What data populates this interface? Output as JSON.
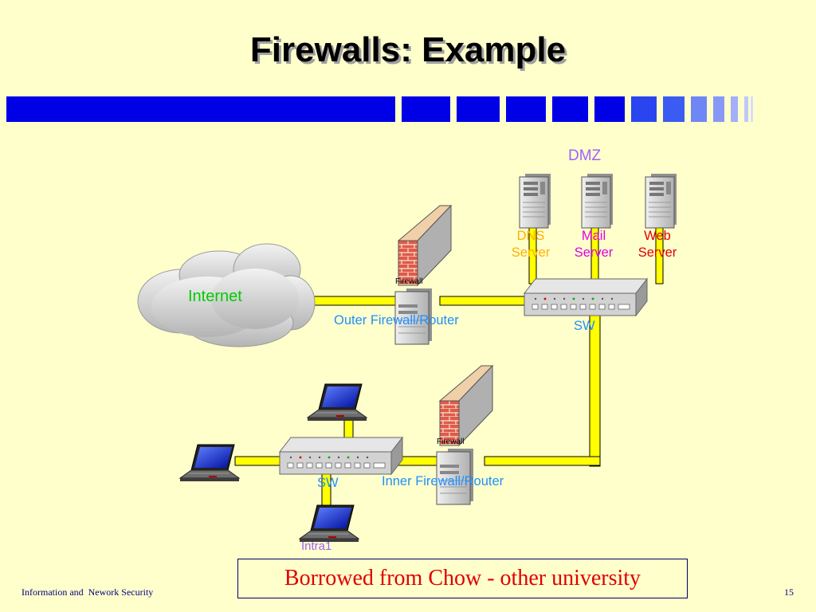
{
  "slide": {
    "title": "Firewalls: Example",
    "notice": "Borrowed from Chow - other university",
    "footer_left": "Information and  Nework Security",
    "page_number": "15"
  },
  "diagram": {
    "internet": "Internet",
    "dmz": "DMZ",
    "outer_firewall_tag": "Firewall",
    "outer_firewall_label": "Outer Firewall/Router",
    "inner_firewall_tag": "Firewall",
    "inner_firewall_label": "Inner Firewall/Router",
    "dmz_switch_label": "SW",
    "intranet_switch_label": "SW",
    "intranet_label": "Intra1",
    "servers": [
      {
        "line1": "DNS",
        "line2": "Server",
        "color": "#FFB000"
      },
      {
        "line1": "Mail",
        "line2": "Server",
        "color": "#E000E0"
      },
      {
        "line1": "Web",
        "line2": "Server",
        "color": "#E00000"
      }
    ]
  },
  "colors": {
    "cable": "#FFFF00",
    "label_blue": "#1E90FF",
    "internet_green": "#00CC00",
    "dmz_violet": "#A060FF",
    "title_bar": "#0000E6"
  }
}
